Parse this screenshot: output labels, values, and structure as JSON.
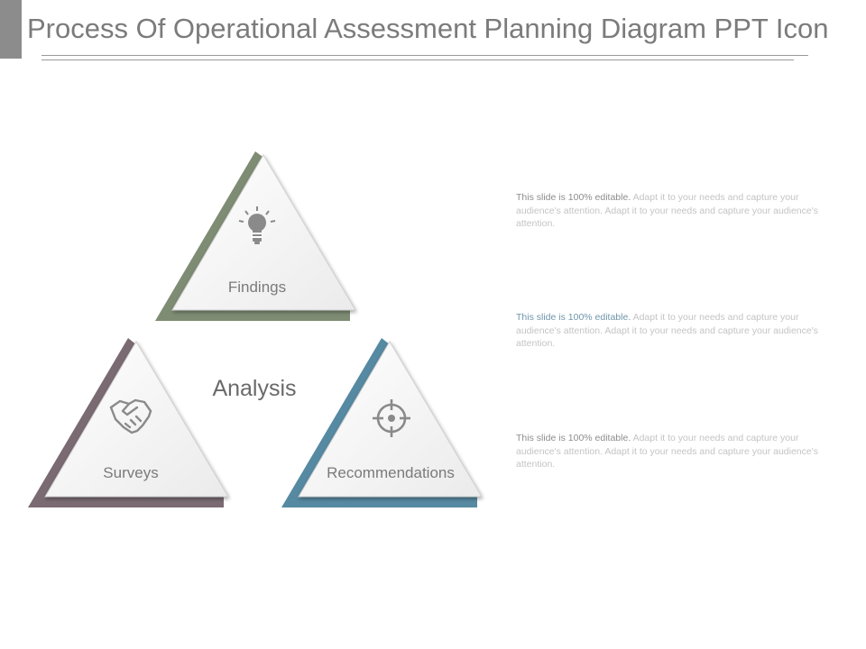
{
  "slide": {
    "title": "Process Of Operational Assessment Planning Diagram PPT Icon"
  },
  "diagram": {
    "center_label": "Analysis",
    "triangles": [
      {
        "label": "Findings",
        "icon": "lightbulb-icon",
        "color": "#7e8c74"
      },
      {
        "label": "Surveys",
        "icon": "handshake-icon",
        "color": "#7a6a72"
      },
      {
        "label": "Recommendations",
        "icon": "target-icon",
        "color": "#5689a2"
      }
    ]
  },
  "descriptions": [
    {
      "lead": "This slide is 100% editable.",
      "body": "Adapt it to your needs and capture your audience's attention. Adapt it to your needs and capture your audience's attention."
    },
    {
      "lead": "This slide is 100% editable.",
      "body": "Adapt it to your needs and capture your audience's attention. Adapt it to your needs and capture your audience's attention."
    },
    {
      "lead": "This slide is 100% editable.",
      "body": "Adapt it to your needs and capture your audience's attention. Adapt it to your needs and capture your audience's attention."
    }
  ]
}
